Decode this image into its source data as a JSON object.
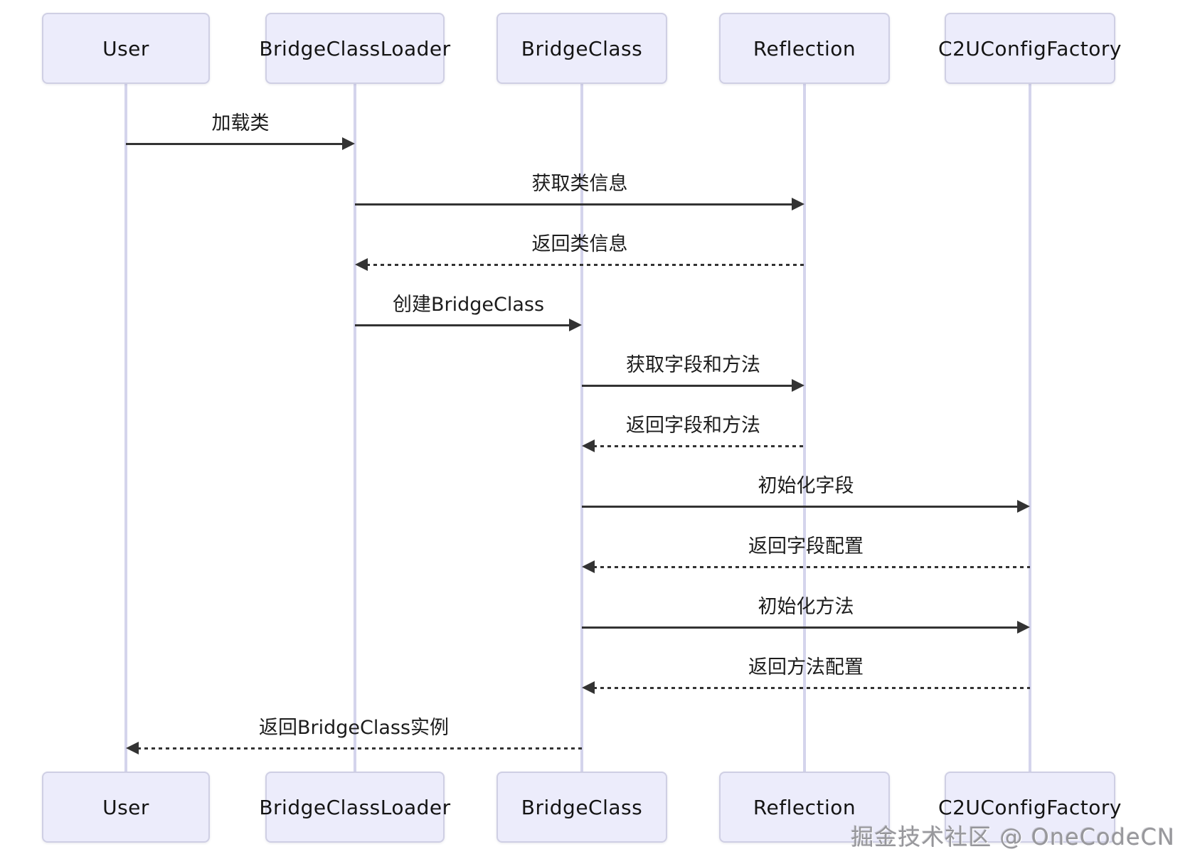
{
  "diagram": {
    "type": "sequence",
    "participants": [
      {
        "id": "user",
        "label": "User"
      },
      {
        "id": "bridge-class-loader",
        "label": "BridgeClassLoader"
      },
      {
        "id": "bridge-class",
        "label": "BridgeClass"
      },
      {
        "id": "reflection",
        "label": "Reflection"
      },
      {
        "id": "c2u-config-factory",
        "label": "C2UConfigFactory"
      }
    ],
    "messages": [
      {
        "from": "user",
        "to": "bridge-class-loader",
        "label": "加载类",
        "line": "solid"
      },
      {
        "from": "bridge-class-loader",
        "to": "reflection",
        "label": "获取类信息",
        "line": "solid"
      },
      {
        "from": "reflection",
        "to": "bridge-class-loader",
        "label": "返回类信息",
        "line": "dashed"
      },
      {
        "from": "bridge-class-loader",
        "to": "bridge-class",
        "label": "创建BridgeClass",
        "line": "solid"
      },
      {
        "from": "bridge-class",
        "to": "reflection",
        "label": "获取字段和方法",
        "line": "solid"
      },
      {
        "from": "reflection",
        "to": "bridge-class",
        "label": "返回字段和方法",
        "line": "dashed"
      },
      {
        "from": "bridge-class",
        "to": "c2u-config-factory",
        "label": "初始化字段",
        "line": "solid"
      },
      {
        "from": "c2u-config-factory",
        "to": "bridge-class",
        "label": "返回字段配置",
        "line": "dashed"
      },
      {
        "from": "bridge-class",
        "to": "c2u-config-factory",
        "label": "初始化方法",
        "line": "solid"
      },
      {
        "from": "c2u-config-factory",
        "to": "bridge-class",
        "label": "返回方法配置",
        "line": "dashed"
      },
      {
        "from": "bridge-class",
        "to": "user",
        "label": "返回BridgeClass实例",
        "line": "dashed"
      }
    ],
    "colors": {
      "background": "#ffffff",
      "participant_fill": "#ececfb",
      "participant_border": "#cfcfe4",
      "lifeline": "#d4d4ec",
      "arrow": "#333333",
      "text": "#1c1c1c"
    }
  },
  "watermark": {
    "text": "掘金技术社区 @ OneCodeCN"
  }
}
